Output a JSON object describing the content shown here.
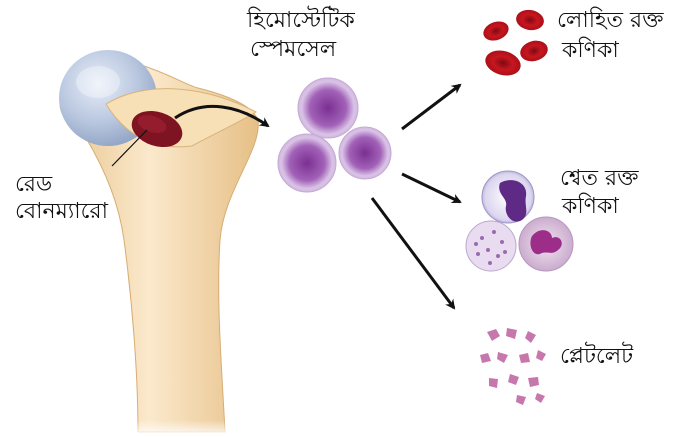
{
  "labels": {
    "marrow_line1": "রেড",
    "marrow_line2": "বোনম্যারো",
    "stem_line1": "হিমোস্টেটিক",
    "stem_line2": "স্পেমসেল",
    "rbc_line1": "লোহিত রক্ত",
    "rbc_line2": "কণিকা",
    "wbc_line1": "শ্বেত রক্ত",
    "wbc_line2": "কণিকা",
    "platelet": "প্লেটলেট"
  },
  "colors": {
    "bone": "#f1d5a8",
    "cartilage": "#aabbd8",
    "marrow": "#7e1322",
    "stem_cell": "#8a3fa3",
    "red_cell": "#b3121c",
    "platelet": "#c678ad"
  }
}
